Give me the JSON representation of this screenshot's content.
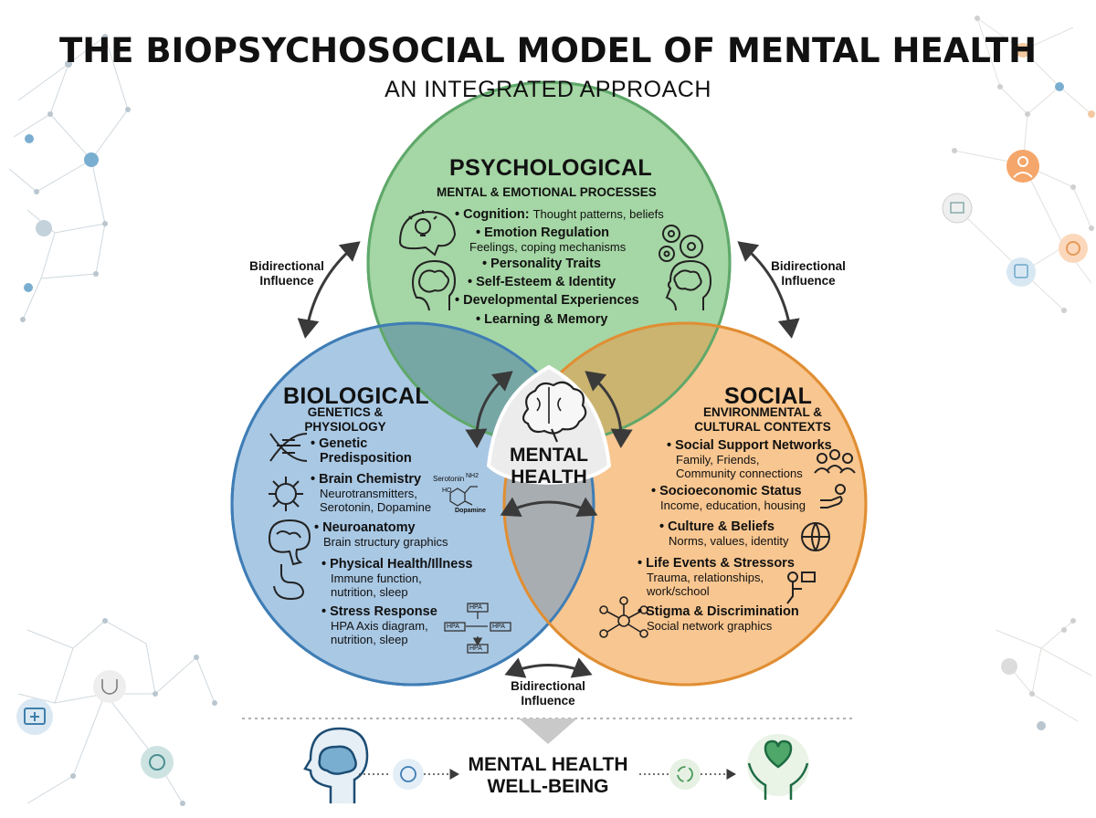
{
  "header": {
    "title": "THE BIOPSYCHOSOCIAL MODEL OF MENTAL HEALTH",
    "subtitle": "AN INTEGRATED APPROACH"
  },
  "colors": {
    "psychological": "#79c27a",
    "biological": "#5b95c9",
    "social": "#f2a950",
    "center": "#e9e9e9",
    "network_blue": "#6ea6c9",
    "network_orange": "#f0a560"
  },
  "psychological": {
    "heading": "PSYCHOLOGICAL",
    "subheading": "MENTAL & EMOTIONAL PROCESSES",
    "items": [
      {
        "title": "• Cognition:",
        "desc_inline": "Thought patterns, beliefs"
      },
      {
        "title": "• Emotion Regulation",
        "desc": "Feelings, coping mechanisms"
      },
      {
        "title": "• Personality Traits"
      },
      {
        "title": "• Self-Esteem & Identity"
      },
      {
        "title": "• Developmental Experiences"
      },
      {
        "title": "• Learning & Memory"
      }
    ]
  },
  "biological": {
    "heading": "BIOLOGICAL",
    "subheading_line1": "GENETICS &",
    "subheading_line2": "PHYSIOLOGY",
    "items": [
      {
        "title_line1": "• Genetic",
        "title_line2": "Predisposition"
      },
      {
        "title": "• Brain Chemistry",
        "desc_line1": "Neurotransmitters,",
        "desc_line2": "Serotonin, Dopamine"
      },
      {
        "title": "• Neuroanatomy",
        "desc_line1": "Brain structury graphics"
      },
      {
        "title": "• Physical Health/Illness",
        "desc_line1": "Immune function,",
        "desc_line2": "nutrition, sleep"
      },
      {
        "title": "• Stress Response",
        "desc_line1": "HPA Axis diagram,",
        "desc_line2": "nutrition, sleep"
      }
    ],
    "molecule_labels": {
      "serotonin": "Serotonin",
      "dopamine": "Dopamine",
      "nh2": "NH2",
      "ho": "HO"
    },
    "hpa_labels": [
      "HPA",
      "HPA",
      "HPA",
      "HPA"
    ]
  },
  "social": {
    "heading": "SOCIAL",
    "subheading_line1": "ENVIRONMENTAL &",
    "subheading_line2": "CULTURAL CONTEXTS",
    "items": [
      {
        "title": "• Social Support Networks",
        "desc_line1": "Family, Friends,",
        "desc_line2": "Community connections"
      },
      {
        "title": "• Socioeconomic Status",
        "desc_line1": "Income, education, housing"
      },
      {
        "title": "• Culture & Beliefs",
        "desc_line1": "Norms, values, identity"
      },
      {
        "title": "• Life Events & Stressors",
        "desc_line1": "Trauma, relationships,",
        "desc_line2": "work/school"
      },
      {
        "title": "• Stigma & Discrimination",
        "desc_line1": "Social network graphics"
      }
    ]
  },
  "center": {
    "line1": "MENTAL",
    "line2": "HEALTH"
  },
  "bidirectional": {
    "left": {
      "line1": "Bidirectional",
      "line2": "Influence"
    },
    "right": {
      "line1": "Bidirectional",
      "line2": "Influence"
    },
    "bottom": {
      "line1": "Bidirectional",
      "line2": "Influence"
    }
  },
  "outcome": {
    "line1": "MENTAL HEALTH",
    "line2": "WELL-BEING"
  },
  "icons": [
    "lightbulb-head-icon",
    "brain-head-icon",
    "gears-icon",
    "head-profile-brain-icon",
    "dna-icon",
    "neuron-icon",
    "brain-anatomy-icon",
    "stomach-icon",
    "hpa-axis-icon",
    "molecule-icon",
    "people-group-icon",
    "hand-coin-icon",
    "globe-icon",
    "stress-person-icon",
    "social-network-icon",
    "brain-icon",
    "medical-kit-icon",
    "doctor-icon",
    "stethoscope-icon",
    "heart-hands-icon"
  ]
}
